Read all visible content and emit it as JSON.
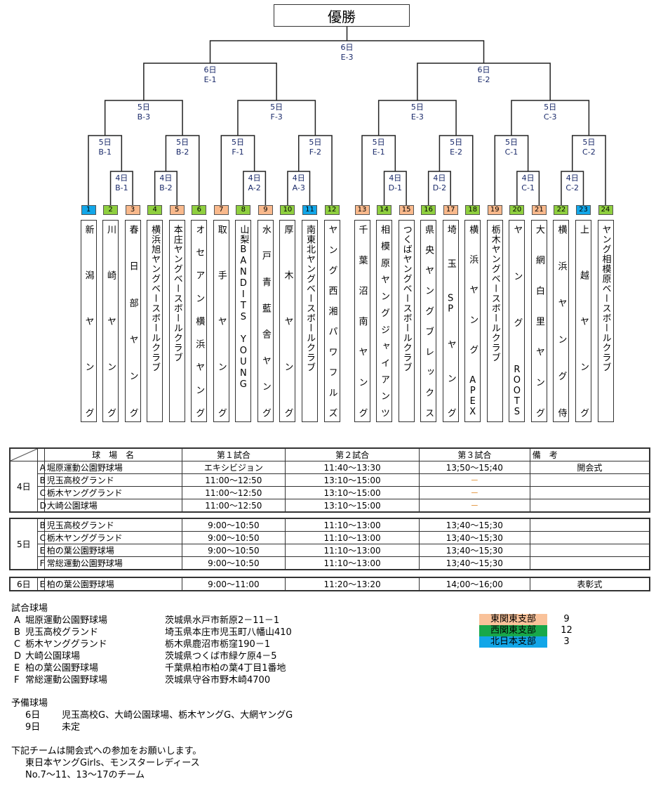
{
  "title": "優勝",
  "colors": {
    "east_kanto": "#f9b98c",
    "west_kanto": "#8fcf3f",
    "north_japan": "#12a6e8",
    "legend_west": "#18a84a"
  },
  "bracket": {
    "final": {
      "day": "6日",
      "code": "E-3"
    },
    "e1_6": {
      "day": "6日",
      "code": "E-1"
    },
    "e2_6": {
      "day": "6日",
      "code": "E-2"
    },
    "b3": {
      "day": "5日",
      "code": "B-3"
    },
    "f3": {
      "day": "5日",
      "code": "F-3"
    },
    "e3": {
      "day": "5日",
      "code": "E-3"
    },
    "c3": {
      "day": "5日",
      "code": "C-3"
    },
    "b1_5": {
      "day": "5日",
      "code": "B-1"
    },
    "b2_5": {
      "day": "5日",
      "code": "B-2"
    },
    "f1": {
      "day": "5日",
      "code": "F-1"
    },
    "f2": {
      "day": "5日",
      "code": "F-2"
    },
    "e1_5": {
      "day": "5日",
      "code": "E-1"
    },
    "e2_5": {
      "day": "5日",
      "code": "E-2"
    },
    "c1_5": {
      "day": "5日",
      "code": "C-1"
    },
    "c2_5": {
      "day": "5日",
      "code": "C-2"
    },
    "b1_4": {
      "day": "4日",
      "code": "B-1"
    },
    "b2_4": {
      "day": "4日",
      "code": "B-2"
    },
    "a2": {
      "day": "4日",
      "code": "A-2"
    },
    "a3": {
      "day": "4日",
      "code": "A-3"
    },
    "d1": {
      "day": "4日",
      "code": "D-1"
    },
    "d2": {
      "day": "4日",
      "code": "D-2"
    },
    "c1_4": {
      "day": "4日",
      "code": "C-1"
    },
    "c2_4": {
      "day": "4日",
      "code": "C-2"
    }
  },
  "teams": [
    {
      "no": "1",
      "name": "新潟ヤング",
      "branch": "north"
    },
    {
      "no": "2",
      "name": "川崎ヤング",
      "branch": "west"
    },
    {
      "no": "3",
      "name": "春日部ヤング",
      "branch": "east"
    },
    {
      "no": "4",
      "name": "横浜旭ヤングベースボールクラブ",
      "branch": "west"
    },
    {
      "no": "5",
      "name": "本庄ヤングベースボールクラブ",
      "branch": "east"
    },
    {
      "no": "6",
      "name": "オセアン横浜ヤング",
      "branch": "west"
    },
    {
      "no": "7",
      "name": "取手ヤング",
      "branch": "east"
    },
    {
      "no": "8",
      "name": "山梨BANDITS YOUNG",
      "branch": "west"
    },
    {
      "no": "9",
      "name": "水戸青藍舎ヤング",
      "branch": "east"
    },
    {
      "no": "10",
      "name": "厚木ヤング",
      "branch": "west"
    },
    {
      "no": "11",
      "name": "南東北ヤングベースボールクラブ",
      "branch": "north"
    },
    {
      "no": "12",
      "name": "ヤング西湘パワフルズ",
      "branch": "west"
    },
    {
      "no": "13",
      "name": "千葉沼南ヤング",
      "branch": "east"
    },
    {
      "no": "14",
      "name": "相模原ヤングジャイアンツ",
      "branch": "west"
    },
    {
      "no": "15",
      "name": "つくばヤングベースボールクラブ",
      "branch": "east"
    },
    {
      "no": "16",
      "name": "県央ヤングブレックス",
      "branch": "west"
    },
    {
      "no": "17",
      "name": "埼玉SPヤング",
      "branch": "east"
    },
    {
      "no": "18",
      "name": "横浜ヤングAPEX",
      "branch": "west"
    },
    {
      "no": "19",
      "name": "栃木ヤングベースボールクラブ",
      "branch": "east"
    },
    {
      "no": "20",
      "name": "ヤングROOTS",
      "branch": "west"
    },
    {
      "no": "21",
      "name": "大網白里ヤング",
      "branch": "east"
    },
    {
      "no": "22",
      "name": "横浜ヤング侍",
      "branch": "west"
    },
    {
      "no": "23",
      "name": "上越ヤング",
      "branch": "north"
    },
    {
      "no": "24",
      "name": "ヤング相模原ベースボールクラブ",
      "branch": "west"
    }
  ],
  "schedule": {
    "headers": [
      "球　場　名",
      "第１試合",
      "第２試合",
      "第３試合",
      "備　考"
    ],
    "days": [
      {
        "day": "4日",
        "rows": [
          {
            "id": "A",
            "venue": "堀原運動公園野球場",
            "g1": "エキシビジョン",
            "g2": "11:40～13:30",
            "g3": "13;50～15;40",
            "note": "開会式"
          },
          {
            "id": "B",
            "venue": "児玉高校グランド",
            "g1": "11:00～12:50",
            "g2": "13:10～15:00",
            "g3": "－",
            "note": ""
          },
          {
            "id": "C",
            "venue": "栃木ヤンググランド",
            "g1": "11:00～12:50",
            "g2": "13:10～15:00",
            "g3": "－",
            "note": ""
          },
          {
            "id": "D",
            "venue": "大崎公園球場",
            "g1": "11:00～12:50",
            "g2": "13:10～15:00",
            "g3": "－",
            "note": ""
          }
        ]
      },
      {
        "day": "5日",
        "rows": [
          {
            "id": "B",
            "venue": "児玉高校グランド",
            "g1": "9:00～10:50",
            "g2": "11:10～13:00",
            "g3": "13;40～15;30",
            "note": ""
          },
          {
            "id": "C",
            "venue": "栃木ヤンググランド",
            "g1": "9:00～10:50",
            "g2": "11:10～13:00",
            "g3": "13;40～15;30",
            "note": ""
          },
          {
            "id": "E",
            "venue": "柏の葉公園野球場",
            "g1": "9:00～10:50",
            "g2": "11:10～13:00",
            "g3": "13;40～15;30",
            "note": ""
          },
          {
            "id": "F",
            "venue": "常総運動公園野球場",
            "g1": "9:00～10:50",
            "g2": "11:10～13:00",
            "g3": "13;40～15;30",
            "note": ""
          }
        ]
      },
      {
        "day": "6日",
        "rows": [
          {
            "id": "E",
            "venue": "柏の葉公園野球場",
            "g1": "9:00～11:00",
            "g2": "11:20～13:20",
            "g3": "14;00～16;00",
            "note": "表彰式"
          }
        ]
      }
    ]
  },
  "venues": {
    "heading": "試合球場",
    "items": [
      {
        "id": "A",
        "name": "堀原運動公園野球場",
        "address": "茨城県水戸市新原2－11－1"
      },
      {
        "id": "B",
        "name": "児玉高校グランド",
        "address": "埼玉県本庄市児玉町八幡山410"
      },
      {
        "id": "C",
        "name": "栃木ヤンググランド",
        "address": "栃木県鹿沼市栃窪190－1"
      },
      {
        "id": "D",
        "name": "大崎公園球場",
        "address": "茨城県つくば市緑ケ原4－5"
      },
      {
        "id": "E",
        "name": "柏の葉公園野球場",
        "address": "千葉県柏市柏の葉4丁目1番地"
      },
      {
        "id": "F",
        "name": "常総運動公園野球場",
        "address": "茨城県守谷市野木崎4700"
      }
    ]
  },
  "reserve": {
    "heading": "予備球場",
    "items": [
      {
        "day": "6日",
        "text": "児玉高校G、大崎公園球場、栃木ヤングG、大網ヤングG"
      },
      {
        "day": "9日",
        "text": "未定"
      }
    ]
  },
  "ceremony": {
    "heading": "下記チームは開会式への参加をお願いします。",
    "lines": [
      "東日本ヤングGirls、モンスターレディース",
      "No.7～11、13～17のチーム"
    ]
  },
  "legend": [
    {
      "label": "東関東支部",
      "count": "9"
    },
    {
      "label": "西関東支部",
      "count": "12"
    },
    {
      "label": "北日本支部",
      "count": "3"
    }
  ]
}
